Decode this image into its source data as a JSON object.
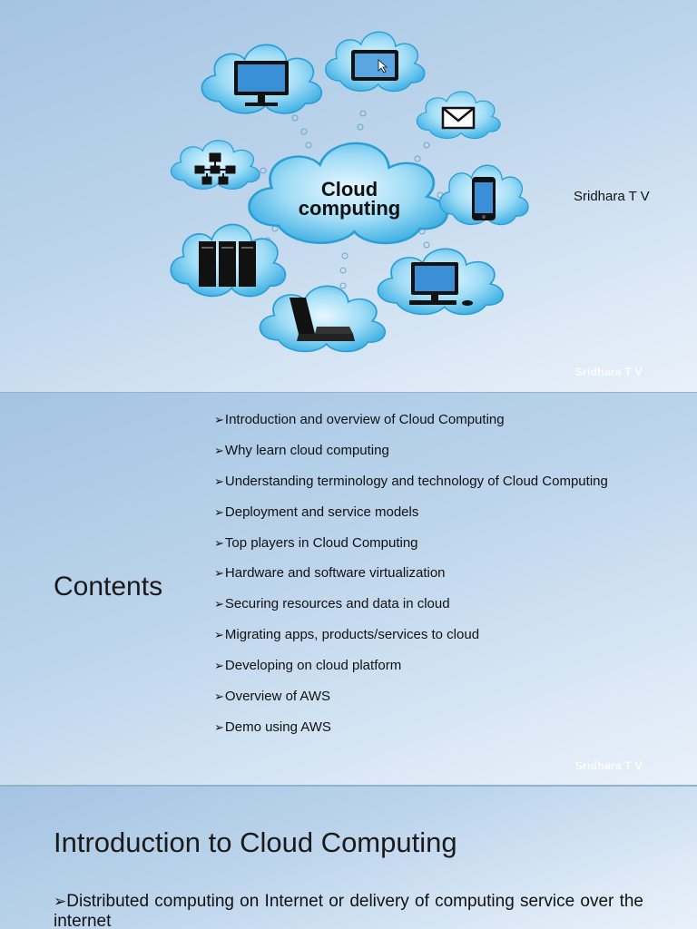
{
  "slide1": {
    "cloud_label_line1": "Cloud",
    "cloud_label_line2": "computing",
    "author": "Sridhara T V",
    "watermark": "Sridhara T V",
    "icons": [
      "monitor-icon",
      "tablet-icon",
      "email-icon",
      "network-icon",
      "smartphone-icon",
      "server-icon",
      "laptop-icon",
      "desktop-computer-icon"
    ]
  },
  "slide2": {
    "title": "Contents",
    "items": [
      "Introduction and overview of Cloud Computing",
      "Why learn cloud computing",
      "Understanding terminology and technology of Cloud Computing",
      "Deployment and service models",
      "Top players in Cloud Computing",
      "Hardware and software virtualization",
      "Securing resources and data in cloud",
      "Migrating apps, products/services to cloud",
      "Developing on cloud platform",
      "Overview of AWS",
      "Demo using AWS"
    ],
    "watermark": "Sridhara T V"
  },
  "slide3": {
    "title": "Introduction to Cloud Computing",
    "bullet": "Distributed computing on Internet or delivery of computing service over the internet"
  },
  "colors": {
    "cloud_fill": "#5fc3ec",
    "cloud_edge": "#2a9fd6",
    "slide_bg": "#bdd5ec"
  }
}
